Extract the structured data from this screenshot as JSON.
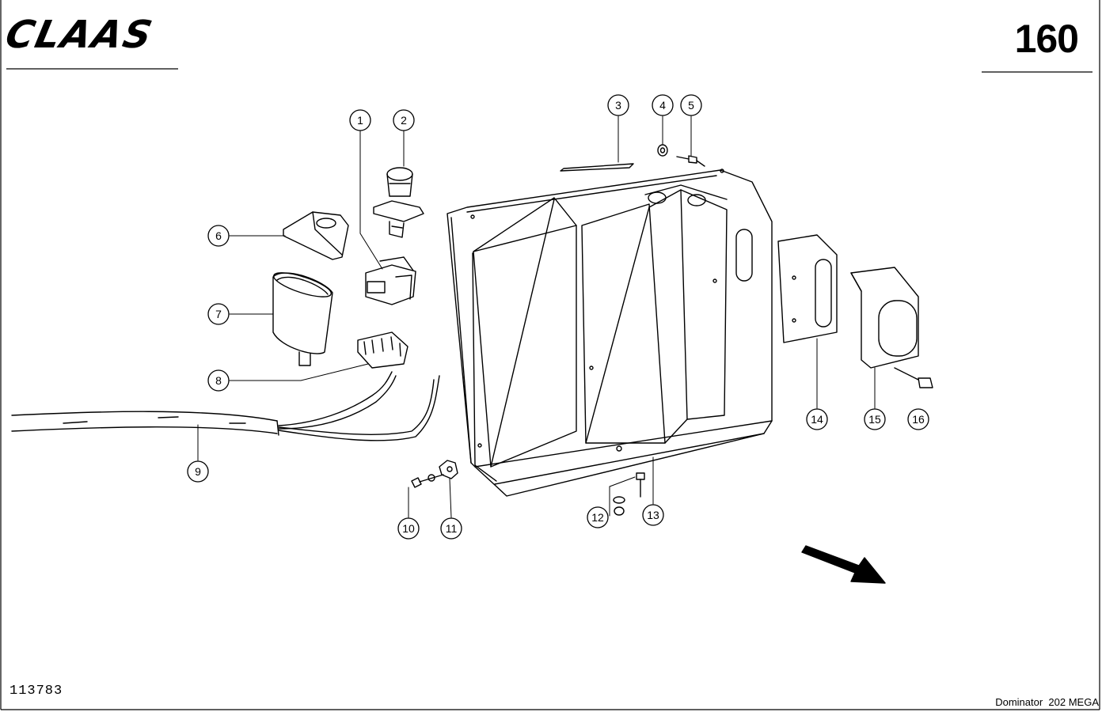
{
  "header": {
    "brand": "CLAAS",
    "page_number": "160"
  },
  "footer": {
    "drawing_number": "113783",
    "model": "Dominator  202 MEGA"
  },
  "callouts": [
    "1",
    "2",
    "3",
    "4",
    "5",
    "6",
    "7",
    "8",
    "9",
    "10",
    "11",
    "12",
    "13",
    "14",
    "15",
    "16"
  ]
}
